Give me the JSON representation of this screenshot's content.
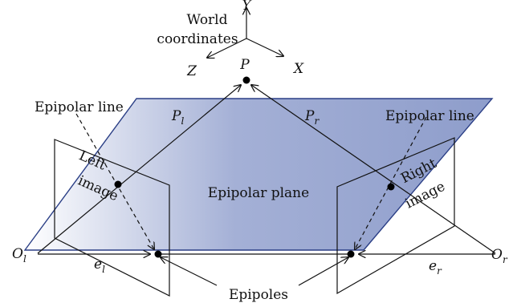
{
  "world": {
    "line1": "World",
    "line2": "coordinates"
  },
  "axes": {
    "x": "X",
    "y": "Y",
    "z": "Z"
  },
  "point_label": "P",
  "rays": {
    "left_main": "P",
    "left_sub": "l",
    "right_main": "P",
    "right_sub": "r"
  },
  "epipolar_line_left": "Epipolar line",
  "epipolar_line_right": "Epipolar line",
  "left_image": {
    "line1": "Left",
    "line2": "image"
  },
  "right_image": {
    "line1": "Right",
    "line2": "image"
  },
  "plane_label": "Epipolar plane",
  "origins": {
    "left_main": "O",
    "left_sub": "l",
    "right_main": "O",
    "right_sub": "r"
  },
  "epipole_marks": {
    "left_main": "e",
    "left_sub": "l",
    "right_main": "e",
    "right_sub": "r"
  },
  "epipoles_caption": "Epipoles",
  "colors": {
    "plane_left": "#ffffff",
    "plane_mid": "#a4b0d6",
    "plane_right": "#8e9dcb",
    "plane_stroke": "#2b3f86"
  }
}
